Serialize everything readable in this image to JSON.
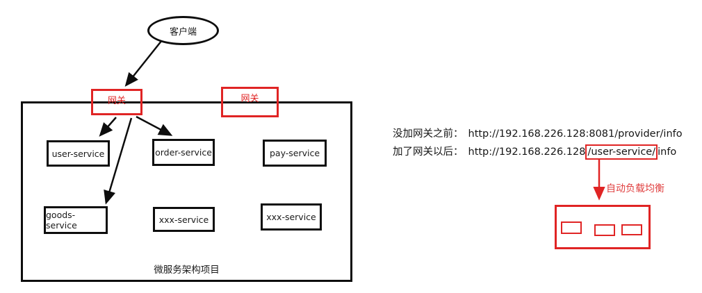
{
  "diagram": {
    "client": "客户端",
    "gateways": [
      {
        "label": "网关"
      },
      {
        "label": "网关"
      }
    ],
    "container_title": "微服务架构项目",
    "services": [
      {
        "label": "user-service"
      },
      {
        "label": "order-service"
      },
      {
        "label": "pay-service"
      },
      {
        "label": "goods-service"
      },
      {
        "label": "xxx-service"
      },
      {
        "label": "xxx-service"
      }
    ]
  },
  "notes": {
    "before": {
      "label": "没加网关之前：",
      "url": "http://192.168.226.128:8081/provider/info"
    },
    "after": {
      "label": "加了网关以后：",
      "url_prefix": "http://192.168.226.128",
      "url_highlight": "/user-service/",
      "url_suffix": "info"
    },
    "load_balancing": "自动负载均衡"
  },
  "colors": {
    "accent_red": "#e02424",
    "line_black": "#0d0d0d"
  }
}
